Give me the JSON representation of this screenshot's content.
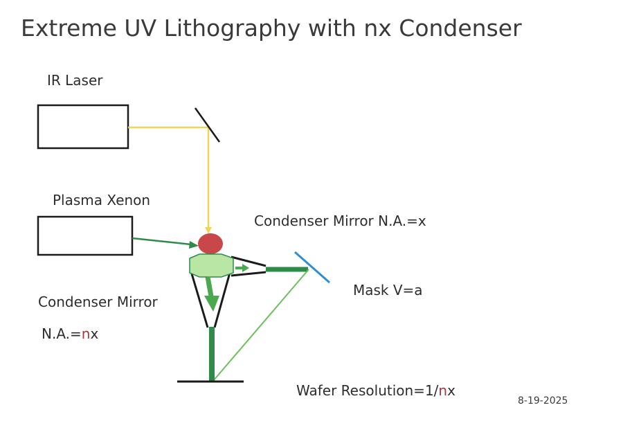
{
  "title": "Extreme UV Lithography with nx Condenser",
  "labels": {
    "ir_laser": "IR Laser",
    "plasma_xenon": "Plasma Xenon",
    "condenser_mirror_x": "Condenser Mirror N.A.=x",
    "mask": "Mask V=a",
    "condenser_mirror": "Condenser Mirror",
    "na_nx_prefix": "N.A.=",
    "na_nx_n": "n",
    "na_nx_suffix": "x",
    "wafer_prefix": "Wafer Resolution=1/",
    "wafer_n": "n",
    "wafer_suffix": "x"
  },
  "date": "8-19-2025",
  "colors": {
    "laser_beam": "#f2d35a",
    "euv_beam": "#2e8b4a",
    "plasma": "#c8484a",
    "condenser_fill": "#b9e6a4",
    "mask": "#2d8fd0",
    "structure": "#1a1a1a",
    "highlight_n": "#a0393f"
  }
}
